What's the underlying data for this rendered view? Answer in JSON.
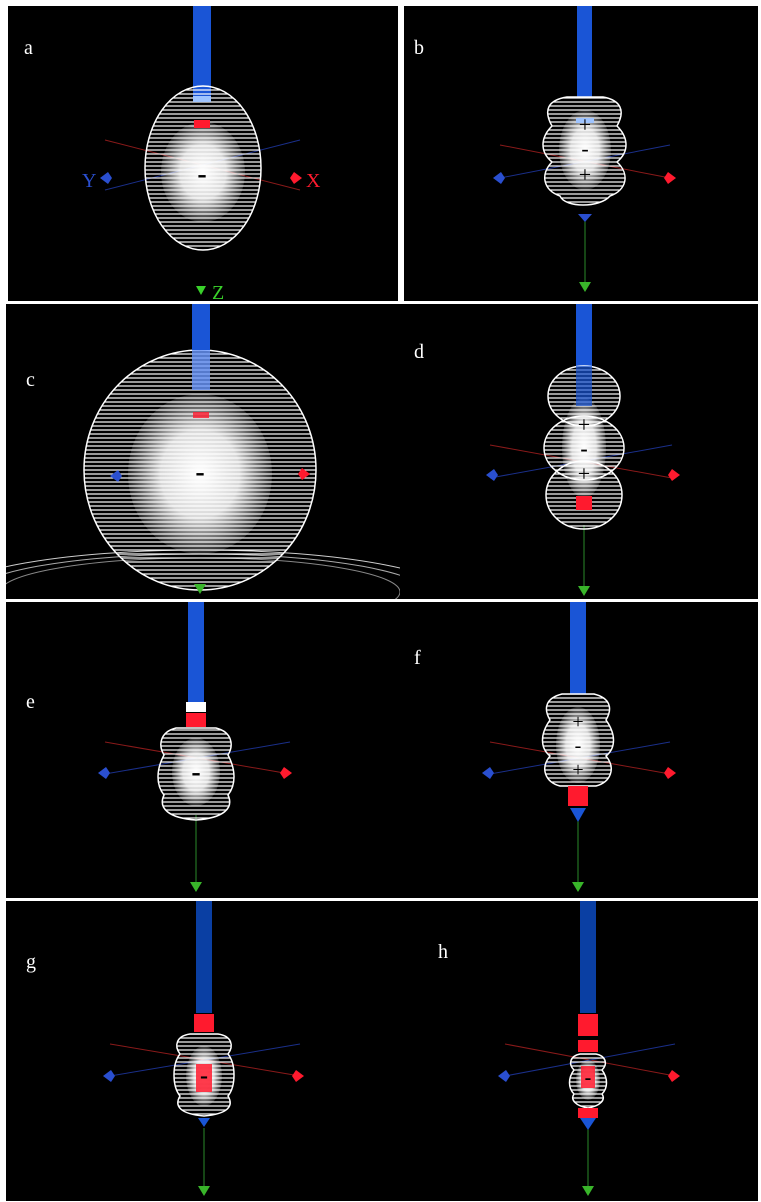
{
  "figure": {
    "title": "",
    "panels": [
      {
        "label": "a",
        "charges": [
          "-"
        ],
        "axis_labels": {
          "y": "Y",
          "x": "X",
          "z": "Z"
        }
      },
      {
        "label": "b",
        "charges": [
          "+",
          "-",
          "+"
        ]
      },
      {
        "label": "c",
        "charges": [
          "-"
        ]
      },
      {
        "label": "d",
        "charges": [
          "+",
          "-",
          "+"
        ]
      },
      {
        "label": "e",
        "charges": [
          "-"
        ]
      },
      {
        "label": "f",
        "charges": [
          "+",
          "-",
          "+"
        ]
      },
      {
        "label": "g",
        "charges": [
          "-"
        ]
      },
      {
        "label": "h",
        "charges": [
          "-"
        ]
      }
    ]
  },
  "colors": {
    "background": "#000000",
    "rod": "#1a55d6",
    "rod_dark": "#0a3fa3",
    "red": "#ff1a2e",
    "blue_marker": "#2a4fd0",
    "green": "#39b52a",
    "wire": "#ffffff",
    "label": "#ffffff"
  }
}
